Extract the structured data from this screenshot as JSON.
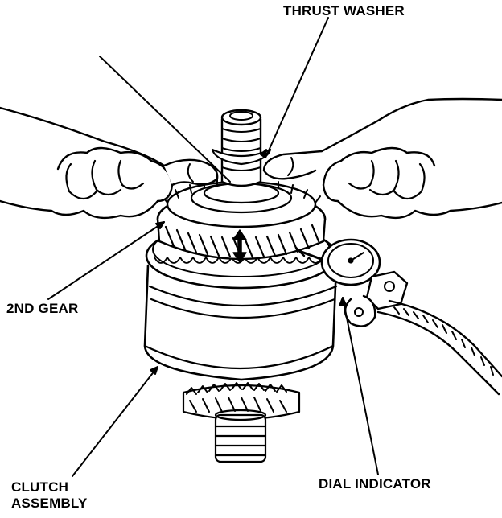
{
  "labels": {
    "thrust_washer": "THRUST WASHER",
    "second_gear": "2ND GEAR",
    "clutch_assembly_line1": "CLUTCH",
    "clutch_assembly_line2": "ASSEMBLY",
    "dial_indicator": "DIAL INDICATOR"
  },
  "colors": {
    "ink": "#000000",
    "paper": "#ffffff"
  }
}
